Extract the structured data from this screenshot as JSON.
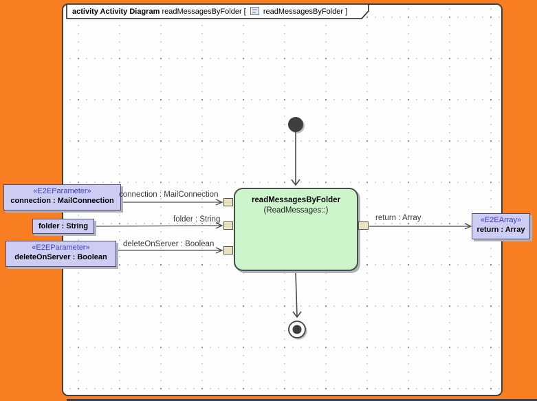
{
  "colors": {
    "orange": "#F97E21",
    "canvas": "#FEFEFE",
    "frame-border": "#3F3F3F",
    "activity-fill": "#CCF5CC",
    "param-fill": "#CDCDF4",
    "pin-fill": "#E9E2C2",
    "stereotype-blue": "#3C3CC8",
    "edge": "#4A4A4A",
    "shadow": "#B2B2BC",
    "window-shadow": "#36404E"
  },
  "frame_tab": {
    "kind_label": "activity Activity Diagram",
    "diagram_name": "readMessagesByFolder",
    "open_bracket": "[",
    "diagram_ref": "readMessagesByFolder",
    "close_bracket": "]"
  },
  "activity": {
    "name": "readMessagesByFolder",
    "qualifier": "(ReadMessages::)"
  },
  "inputs": [
    {
      "stereotype": "«E2EParameter»",
      "name": "connection : MailConnection",
      "edge_label": "connection : MailConnection"
    },
    {
      "stereotype": "",
      "name": "folder : String",
      "edge_label": "folder : String"
    },
    {
      "stereotype": "«E2EParameter»",
      "name": "deleteOnServer : Boolean",
      "edge_label": "deleteOnServer : Boolean"
    }
  ],
  "output": {
    "stereotype": "«E2EArray»",
    "name": "return : Array",
    "edge_label": "return : Array"
  }
}
